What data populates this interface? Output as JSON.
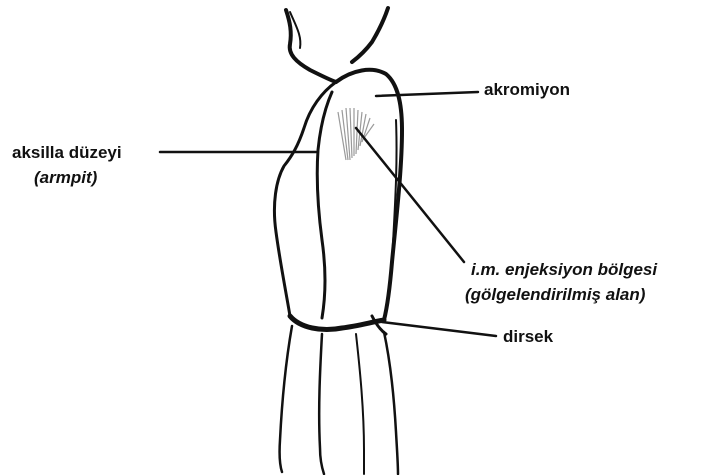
{
  "labels": {
    "acromion": "akromiyon",
    "axilla": "aksilla düzeyi",
    "axilla_note": "(armpit)",
    "injection_site": "i.m. enjeksiyon bölgesi",
    "injection_note": "(gölgelendirilmiş alan)",
    "elbow": "dirsek"
  },
  "colors": {
    "line": "#111111",
    "shade": "#9a9a9a",
    "background": "#ffffff"
  }
}
